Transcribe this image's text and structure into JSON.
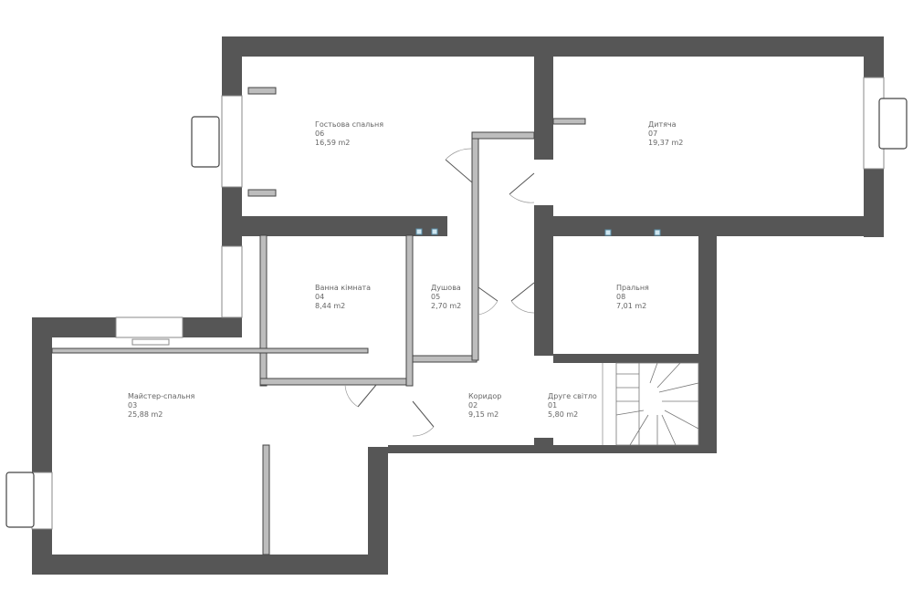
{
  "rooms": [
    {
      "id": "guest",
      "name": "Гостьова спальня",
      "number": "06",
      "area": "16,59 m2"
    },
    {
      "id": "kids",
      "name": "Дитяча",
      "number": "07",
      "area": "19,37 m2"
    },
    {
      "id": "bath",
      "name": "Ванна кімната",
      "number": "04",
      "area": "8,44 m2"
    },
    {
      "id": "shower",
      "name": "Душова",
      "number": "05",
      "area": "2,70 m2"
    },
    {
      "id": "laundry",
      "name": "Пральня",
      "number": "08",
      "area": "7,01 m2"
    },
    {
      "id": "master",
      "name": "Майстер-спальня",
      "number": "03",
      "area": "25,88 m2"
    },
    {
      "id": "corridor",
      "name": "Коридор",
      "number": "02",
      "area": "9,15 m2"
    },
    {
      "id": "second-light",
      "name": "Друге світло",
      "number": "01",
      "area": "5,80 m2"
    }
  ],
  "colors": {
    "wall": "#565656",
    "partition": "#bdbdbd",
    "background": "#ffffff"
  }
}
